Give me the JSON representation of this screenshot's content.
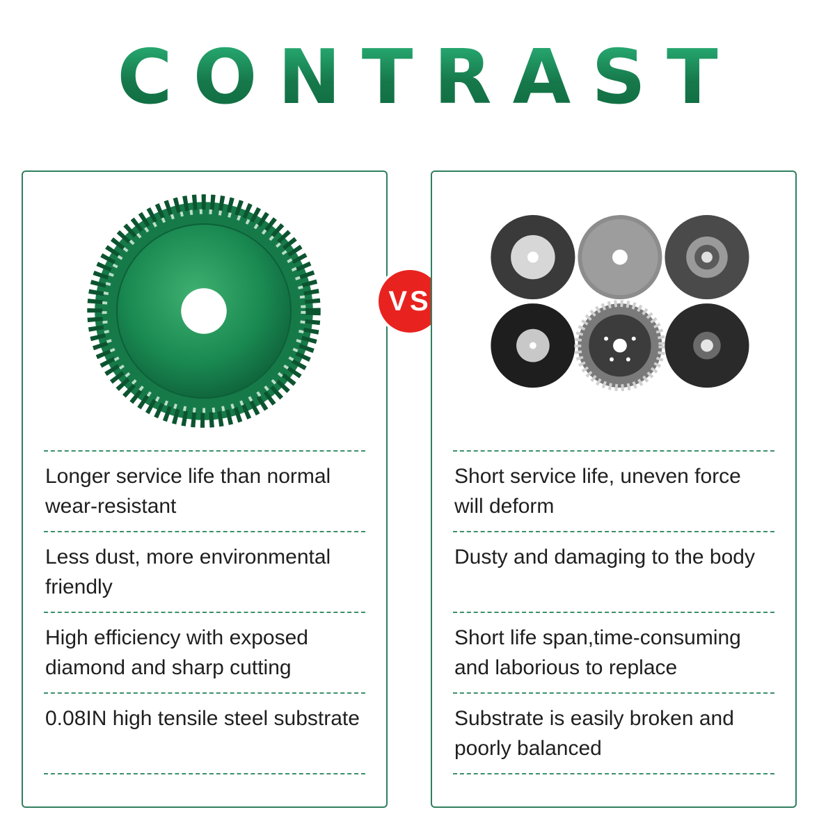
{
  "title": "CONTRAST",
  "vs_label": "VS",
  "left_panel": {
    "features": [
      "Longer service life than normal wear-resistant",
      "Less dust, more environmental friendly",
      "High efficiency with exposed diamond and sharp cutting",
      "0.08IN high tensile steel substrate"
    ]
  },
  "right_panel": {
    "features": [
      "Short service life, uneven force will deform",
      "Dusty and damaging to the body",
      "Short life span,time-consuming and laborious to replace",
      "Substrate is easily broken and poorly balanced"
    ]
  },
  "colors": {
    "accent_green": "#1f8f5a",
    "vs_red": "#e8231f"
  }
}
